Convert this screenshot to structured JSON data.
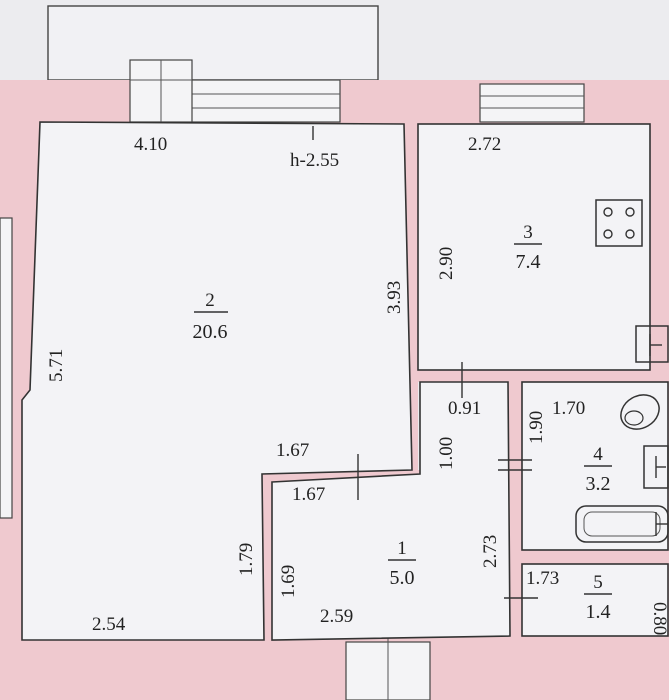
{
  "height_label": "h-2.55",
  "rooms": [
    {
      "id": "2",
      "number": "2",
      "area": "20.6"
    },
    {
      "id": "3",
      "number": "3",
      "area": "7.4"
    },
    {
      "id": "4",
      "number": "4",
      "area": "3.2"
    },
    {
      "id": "1",
      "number": "1",
      "area": "5.0"
    },
    {
      "id": "5",
      "number": "5",
      "area": "1.4"
    }
  ],
  "dimensions": {
    "d_4_10": "4.10",
    "d_2_72": "2.72",
    "d_5_71": "5.71",
    "d_3_93": "3.93",
    "d_2_90": "2.90",
    "d_0_91": "0.91",
    "d_1_90": "1.90",
    "d_1_70": "1.70",
    "d_1_00": "1.00",
    "d_1_67_top": "1.67",
    "d_1_67_bottom": "1.67",
    "d_2_73": "2.73",
    "d_1_79": "1.79",
    "d_1_69": "1.69",
    "d_2_54": "2.54",
    "d_2_59": "2.59",
    "d_1_73": "1.73",
    "d_0_80": "0.80"
  },
  "colors": {
    "wall": "#efc9cf",
    "floor": "#f3f3f6",
    "background": "#ececef",
    "line": "#333333"
  }
}
